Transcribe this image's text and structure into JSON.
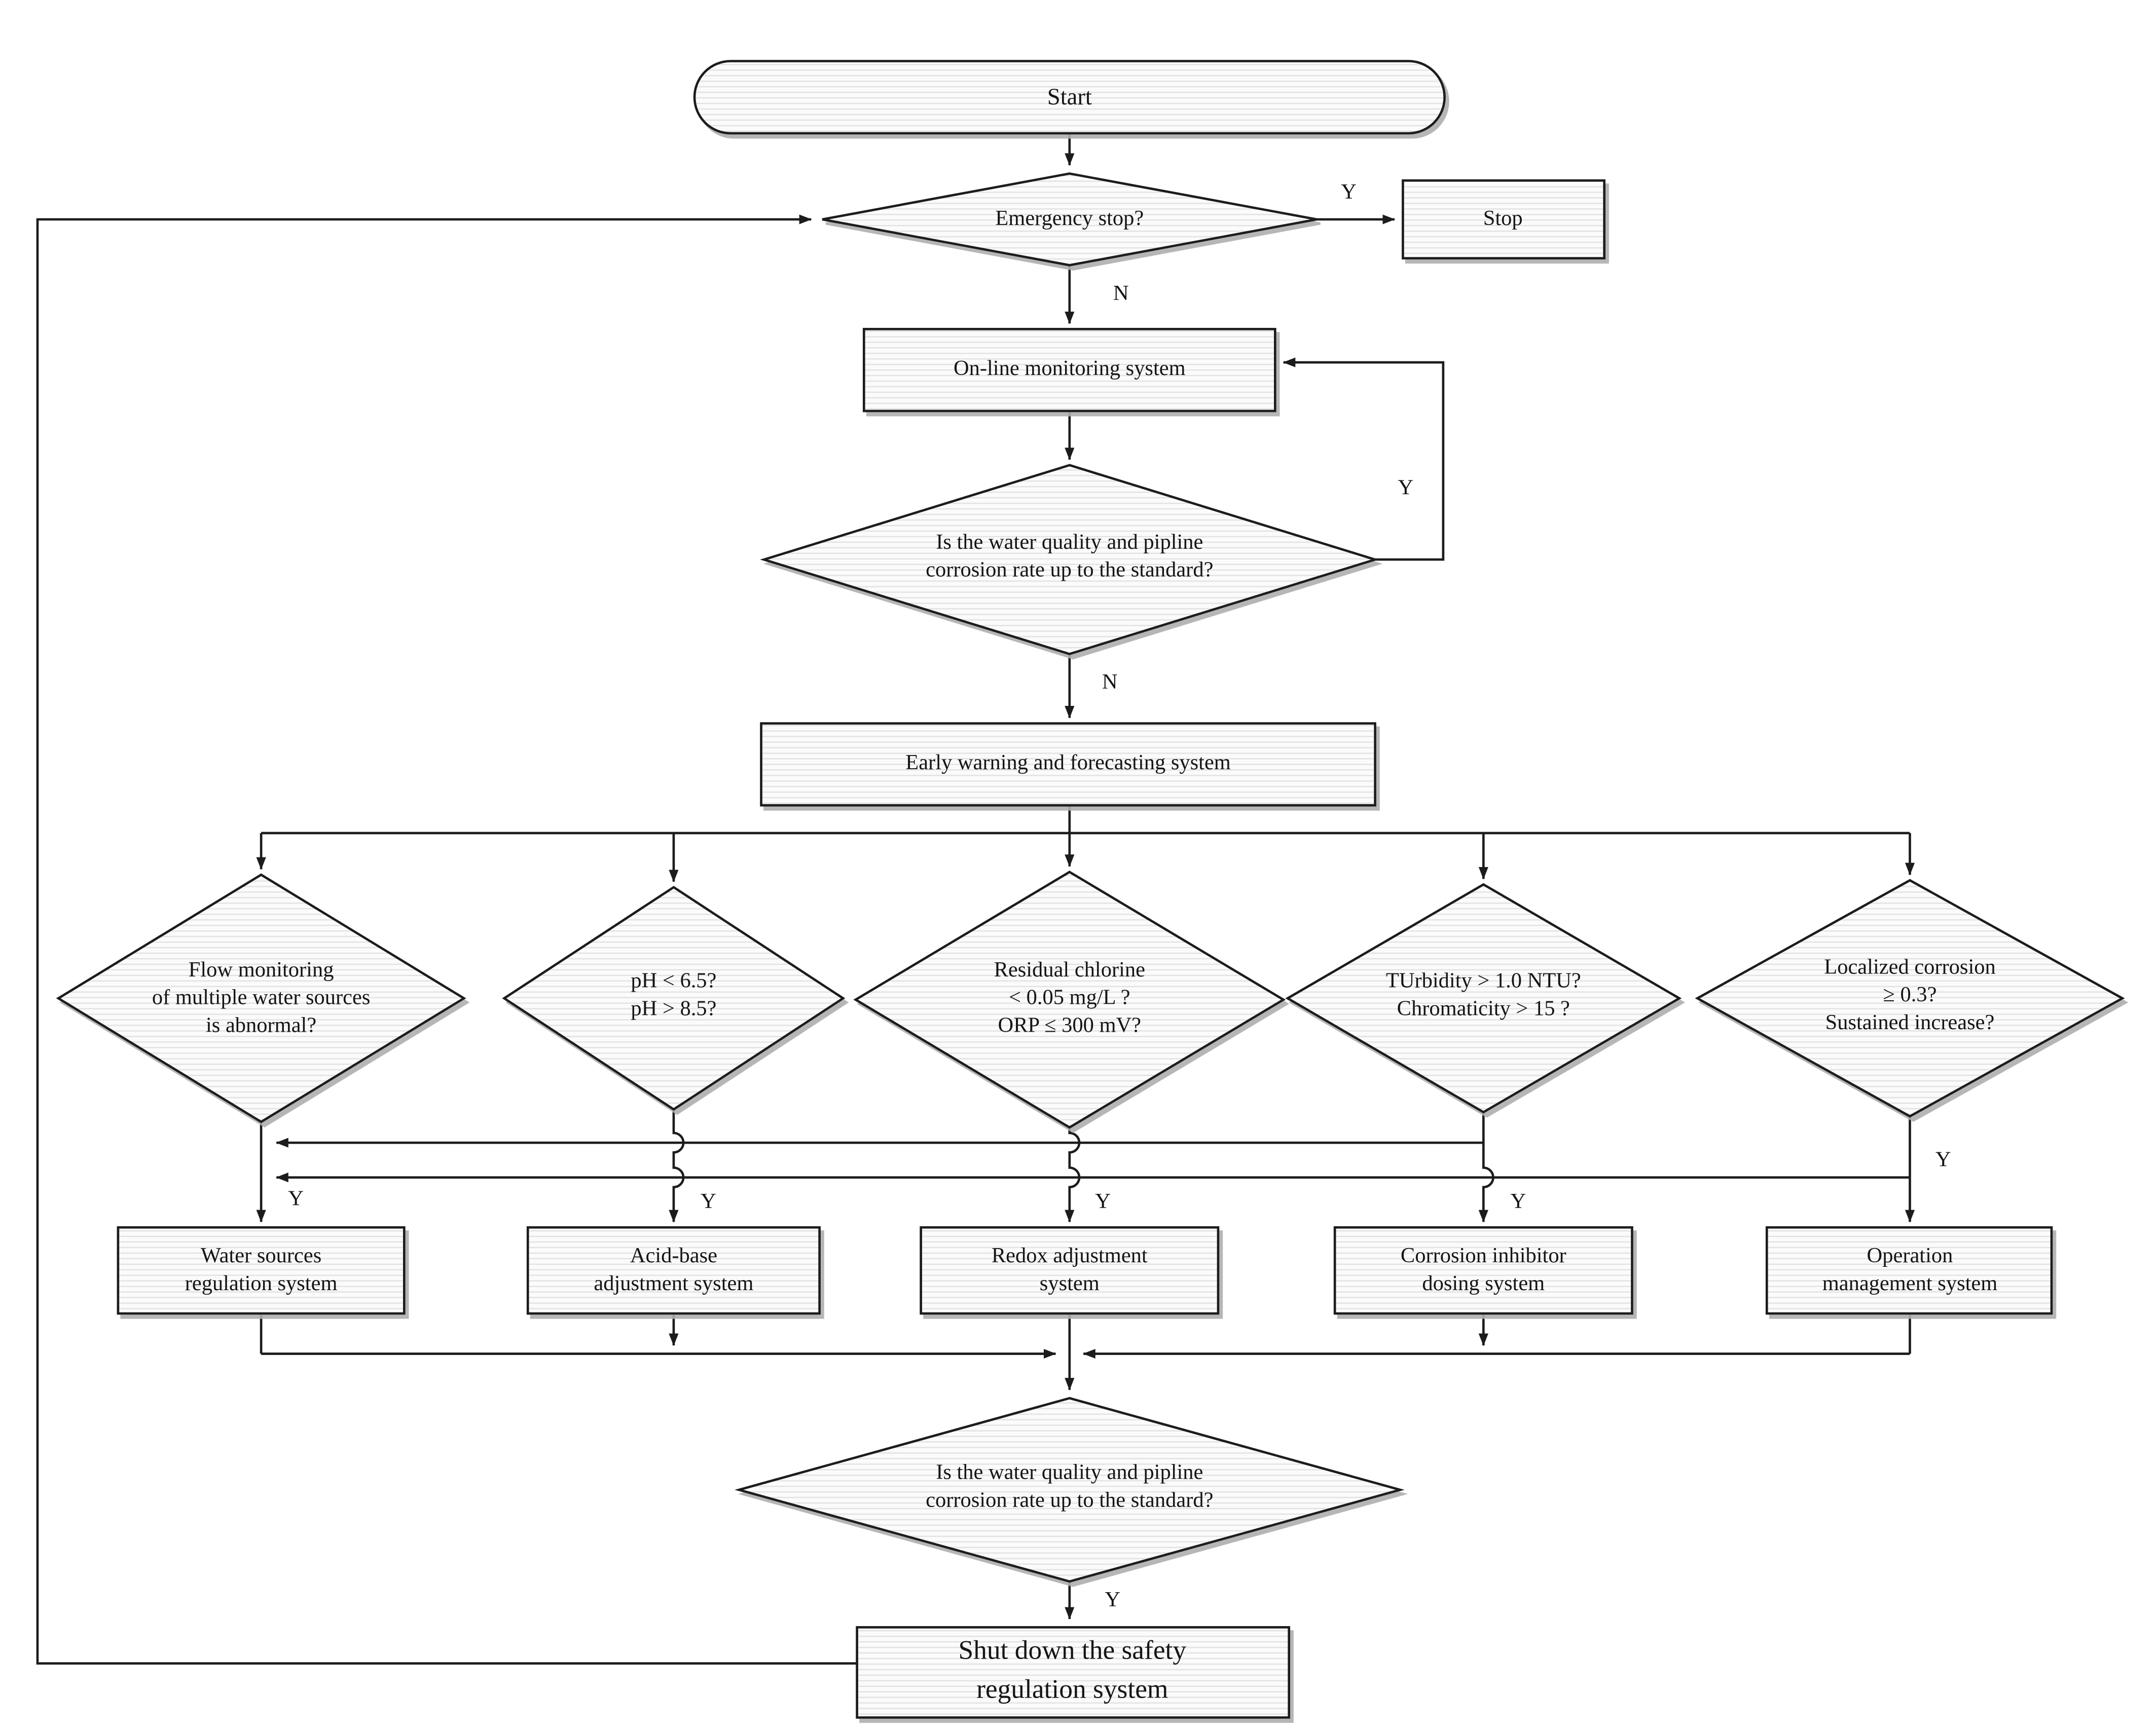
{
  "colors": {
    "line": "#1c1c1c",
    "node_fill": "#fbfbfb",
    "node_texture_line": "#e2e2e2",
    "node_shadow": "#adadad",
    "background": "#ffffff"
  },
  "nodes": {
    "start": {
      "type": "terminator",
      "label": "Start"
    },
    "emergency": {
      "type": "decision",
      "label": "Emergency stop?"
    },
    "stop": {
      "type": "process",
      "label": "Stop"
    },
    "online": {
      "type": "process",
      "label": "On-line monitoring system"
    },
    "check1": {
      "type": "decision",
      "label": "Is the water quality and pipline\ncorrosion rate up to the standard?"
    },
    "early": {
      "type": "process",
      "label": "Early warning and forecasting system"
    },
    "d_flow": {
      "type": "decision",
      "label": "Flow monitoring\nof multiple water sources\nis abnormal?"
    },
    "d_ph": {
      "type": "decision",
      "label": "pH < 6.5?\npH > 8.5?"
    },
    "d_chlorine": {
      "type": "decision",
      "label": "Residual chlorine\n< 0.05 mg/L ?\nORP ≤ 300 mV?"
    },
    "d_turbidity": {
      "type": "decision",
      "label": "TUrbidity > 1.0 NTU?\nChromaticity > 15 ?"
    },
    "d_corrosion": {
      "type": "decision",
      "label": "Localized corrosion\n≥ 0.3?\nSustained increase?"
    },
    "b_water": {
      "type": "process",
      "label": "Water sources\nregulation system"
    },
    "b_acid": {
      "type": "process",
      "label": "Acid-base\nadjustment system"
    },
    "b_redox": {
      "type": "process",
      "label": "Redox adjustment\nsystem"
    },
    "b_inhibitor": {
      "type": "process",
      "label": "Corrosion inhibitor\ndosing system"
    },
    "b_operation": {
      "type": "process",
      "label": "Operation\nmanagement system"
    },
    "check2": {
      "type": "decision",
      "label": "Is the water quality and pipline\ncorrosion rate up to the standard?"
    },
    "shutdown": {
      "type": "process",
      "label": "Shut down the safety\nregulation system"
    }
  },
  "edge_labels": {
    "emergency_yes": "Y",
    "emergency_no": "N",
    "check1_yes": "Y",
    "check1_no": "N",
    "flow_yes": "Y",
    "ph_yes": "Y",
    "chlorine_yes": "Y",
    "turbidity_yes": "Y",
    "corrosion_yes": "Y",
    "check2_yes": "Y"
  }
}
